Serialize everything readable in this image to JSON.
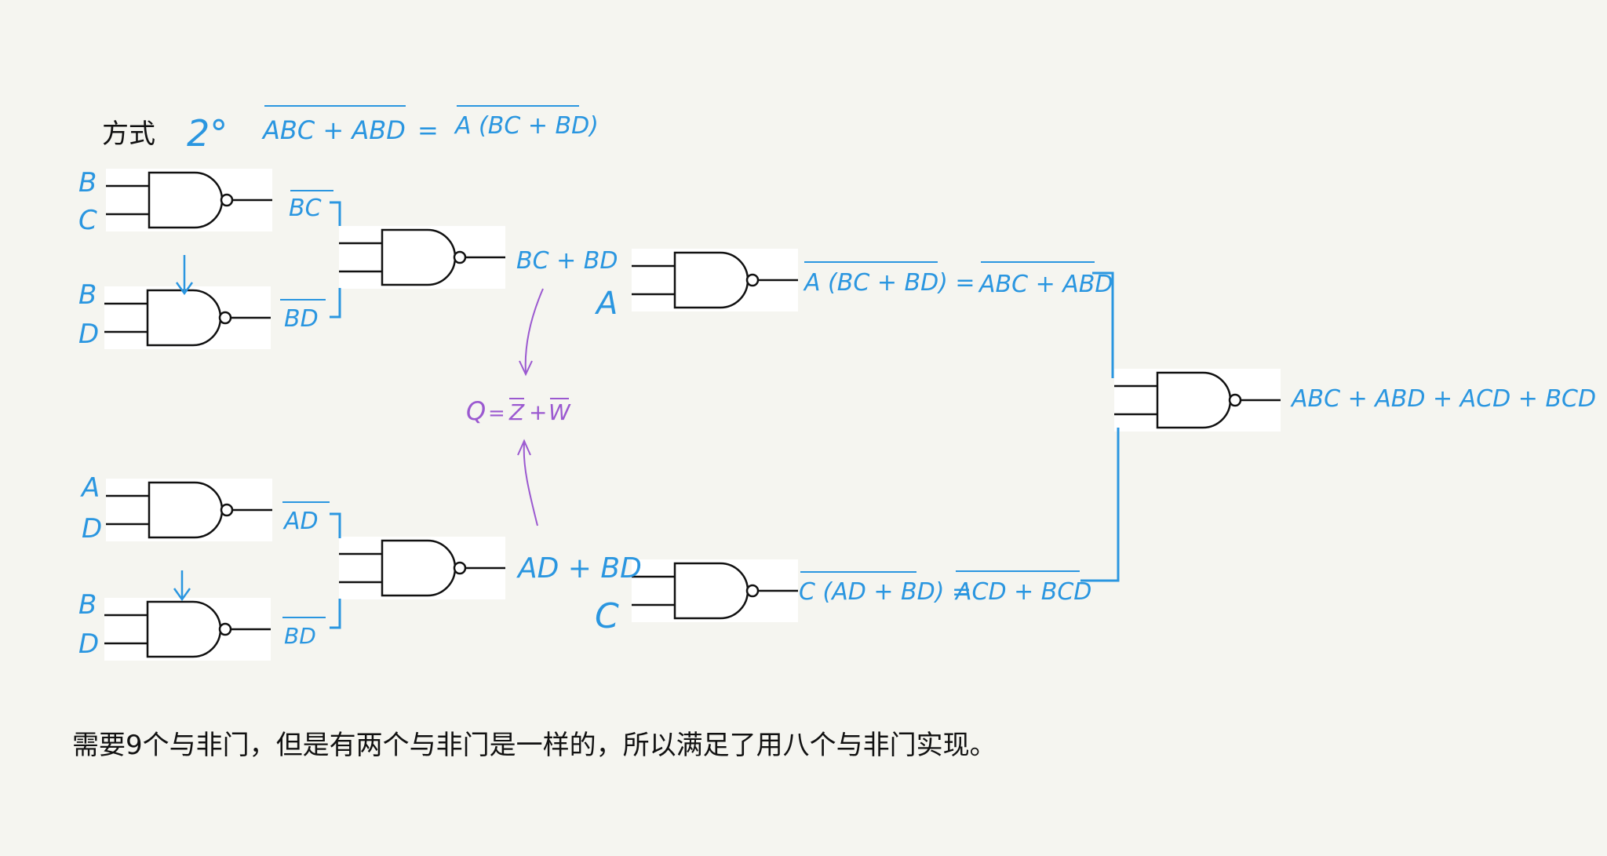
{
  "heading": {
    "label": "方式",
    "number": "2°",
    "eq_left": "ABC + ABD",
    "eq_sign": "=",
    "eq_right": "A (BC + BD)"
  },
  "inputs": {
    "g1": [
      "B",
      "C"
    ],
    "g2": [
      "B",
      "D"
    ],
    "g4": [
      "A",
      "D"
    ],
    "g5": [
      "B",
      "D"
    ],
    "g3_extra": "A",
    "g6_extra": "C"
  },
  "wire_labels": {
    "g1_out": "BC",
    "g2_out": "BD",
    "g3_out": "BC + BD",
    "g4_out": "AD",
    "g5_out": "BD",
    "g6_out": "AD + BD",
    "top_mid_left": "A (BC + BD) =",
    "top_mid_right": "ABC + ABD",
    "bot_mid_left": "C (AD + BD) =",
    "bot_mid_right": "ACD + BCD",
    "final_out": "ABC + ABD + ACD + BCD"
  },
  "note": {
    "q": "Q",
    "eq": "=",
    "z": "Z",
    "plus": "+",
    "w": "W"
  },
  "caption": "需要9个与非门，但是有两个与非门是一样的，所以满足了用八个与非门实现。",
  "colors": {
    "background": "#f5f5f0",
    "ink_blue": "#2a96e0",
    "ink_purple": "#9b59d0",
    "gate": "#111111"
  }
}
